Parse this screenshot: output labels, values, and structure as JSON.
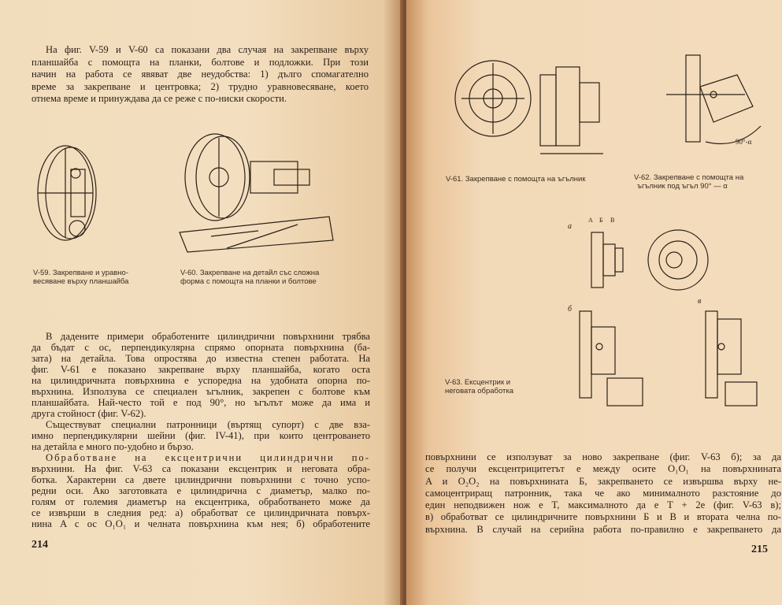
{
  "left_page": {
    "paragraph1": [
      "На фиг. V-59 и V-60 са показани два случая на закрепване върху",
      "планшайба с помощта на планки, болтове и подложки. При този",
      "начин на работа се явяват две неудобства: 1) дълго спомагателно",
      "време за закрепване и центровка; 2) трудно уравновесяване, което",
      "отнема време и принуждава да се реже с по-ниски скорости."
    ],
    "fig59_caption": [
      "V-59. Закрепване и уравно-",
      "весяване върху планшайба"
    ],
    "fig60_caption": [
      "V-60. Закрепване на детайл със сложна",
      "форма с помощта на планки и болтове"
    ],
    "paragraph2": [
      "В дадените примери обработените цилиндрични повърхнини трябва",
      "да бъдат с ос, перпендикулярна спрямо опорната повърхнина (ба-",
      "зата) на детайла. Това опростява до известна степен работата. На",
      "фиг. V-61 е показано закрепване върху планшайба, когато оста",
      "на цилиндричната повърхнина е успоредна на удобната опорна по-",
      "върхнина. Използува се специален ъгълник, закрепен с болтове към",
      "планшайбата. Най-често той е под 90°, но ъгълът може да има и",
      "друга стойност (фиг. V-62).",
      "Съществуват специални патронници (въртящ супорт) с две вза-",
      "имно перпендикулярни шейни (фиг. IV-41), при които центроването",
      "на детайла е много по-удобно и бързо.",
      "Обработване на ексцентрични цилиндрични по-",
      "върхнини. На фиг. V-63 са показани ексцентрик и неговата обра-",
      "ботка. Характерни са двете цилиндрични повърхнини с точно успо-",
      "редни оси. Ако заготовката е цилиндрична с диаметър, малко по-",
      "голям от големия диаметър на ексцентрика, обработването може да",
      "се извърши в следния ред: а) обработват се цилиндричната повърх-",
      "нина A с ос O₁O₁ и челната повърхнина към нея; б) обработените"
    ],
    "page_number": "214"
  },
  "right_page": {
    "fig61_caption": [
      "V-61. Закрепване с помощта на ъгълник"
    ],
    "fig62_caption": [
      "V-62. Закрепване с помощта на",
      "ъгълник под ъгъл 90° — α"
    ],
    "fig62_angle_label": "90°-α",
    "fig63_caption": [
      "V-63. Ексцентрик и",
      "неговата обработка"
    ],
    "fig63_labels": {
      "a": "а",
      "b": "б",
      "v": "в",
      "A": "А",
      "B": "Б",
      "V": "В"
    },
    "paragraph": [
      "повърхнини се използуват за ново закрепване (фиг. V-63 б); за да",
      "се получи ексцентрицитетът e между осите O₁O₁ на повърхнината",
      "A и O₂O₂ на повърхнината Б, закрепването се извършва върху не-",
      "самоцентриращ патронник, така че ако минималното разстояние до",
      "един неподвижен нож е T, максималното да е T + 2e (фиг. V-63 в);",
      "в) обработват се цилиндричните повърхнини Б и В и втората челна по-",
      "върхнина. В случай на серийна работа по-правилно е закрепването да"
    ],
    "page_number": "215"
  }
}
